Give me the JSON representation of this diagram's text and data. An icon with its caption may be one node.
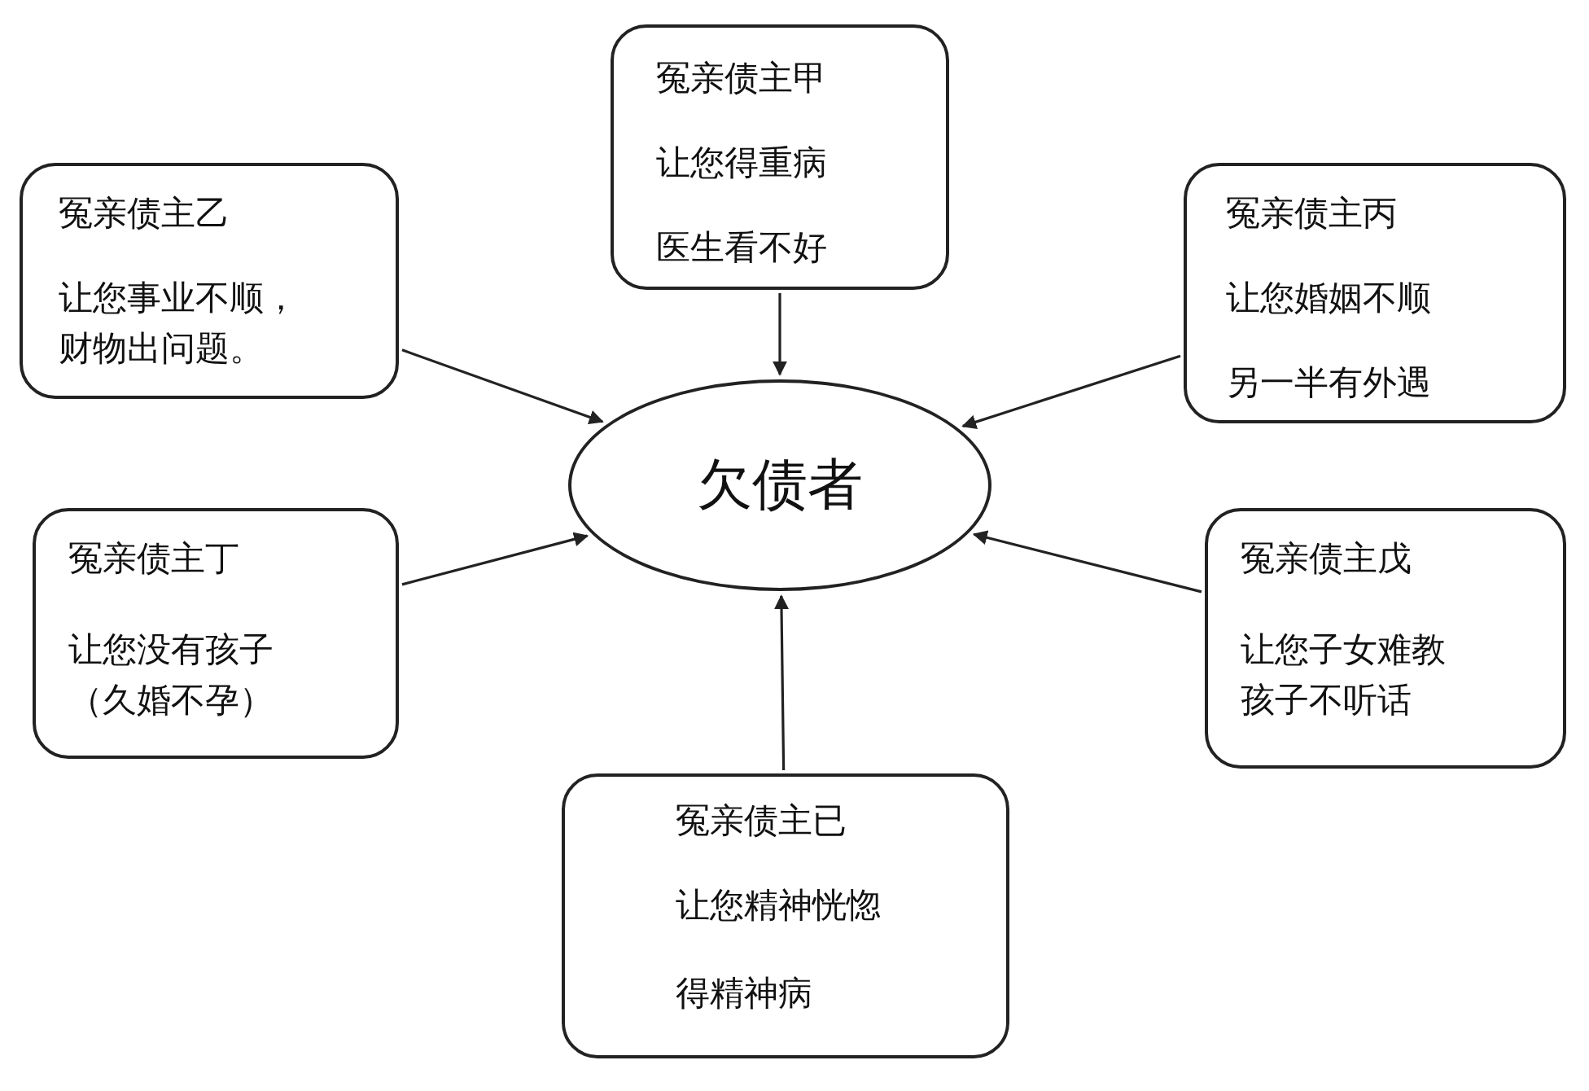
{
  "diagram": {
    "nodes": [
      {
        "text": [
          "冤亲债主甲",
          "让您得重病",
          "医生看不好"
        ]
      },
      {
        "text": [
          "冤亲债主乙",
          "让您事业不顺，财物出问题。"
        ]
      },
      {
        "text": [
          "冤亲债主丙",
          "让您婚姻不顺",
          "另一半有外遇"
        ]
      },
      {
        "text": [
          "欠债者"
        ]
      },
      {
        "text": [
          "冤亲债主丁",
          "让您没有孩子（久婚不孕）"
        ]
      },
      {
        "text": [
          "冤亲债主戊",
          "让您子女难教孩子不听话"
        ]
      },
      {
        "text": [
          "冤亲债主已",
          "让您精神恍惚",
          "得精神病"
        ]
      }
    ],
    "edges": [
      {
        "from": 0,
        "to": 3,
        "arrow": "to"
      },
      {
        "from": 1,
        "to": 3,
        "arrow": "to"
      },
      {
        "from": 2,
        "to": 3,
        "arrow": "to"
      },
      {
        "from": 4,
        "to": 3,
        "arrow": "to"
      },
      {
        "from": 5,
        "to": 3,
        "arrow": "to"
      },
      {
        "from": 6,
        "to": 3,
        "arrow": "to"
      }
    ]
  }
}
